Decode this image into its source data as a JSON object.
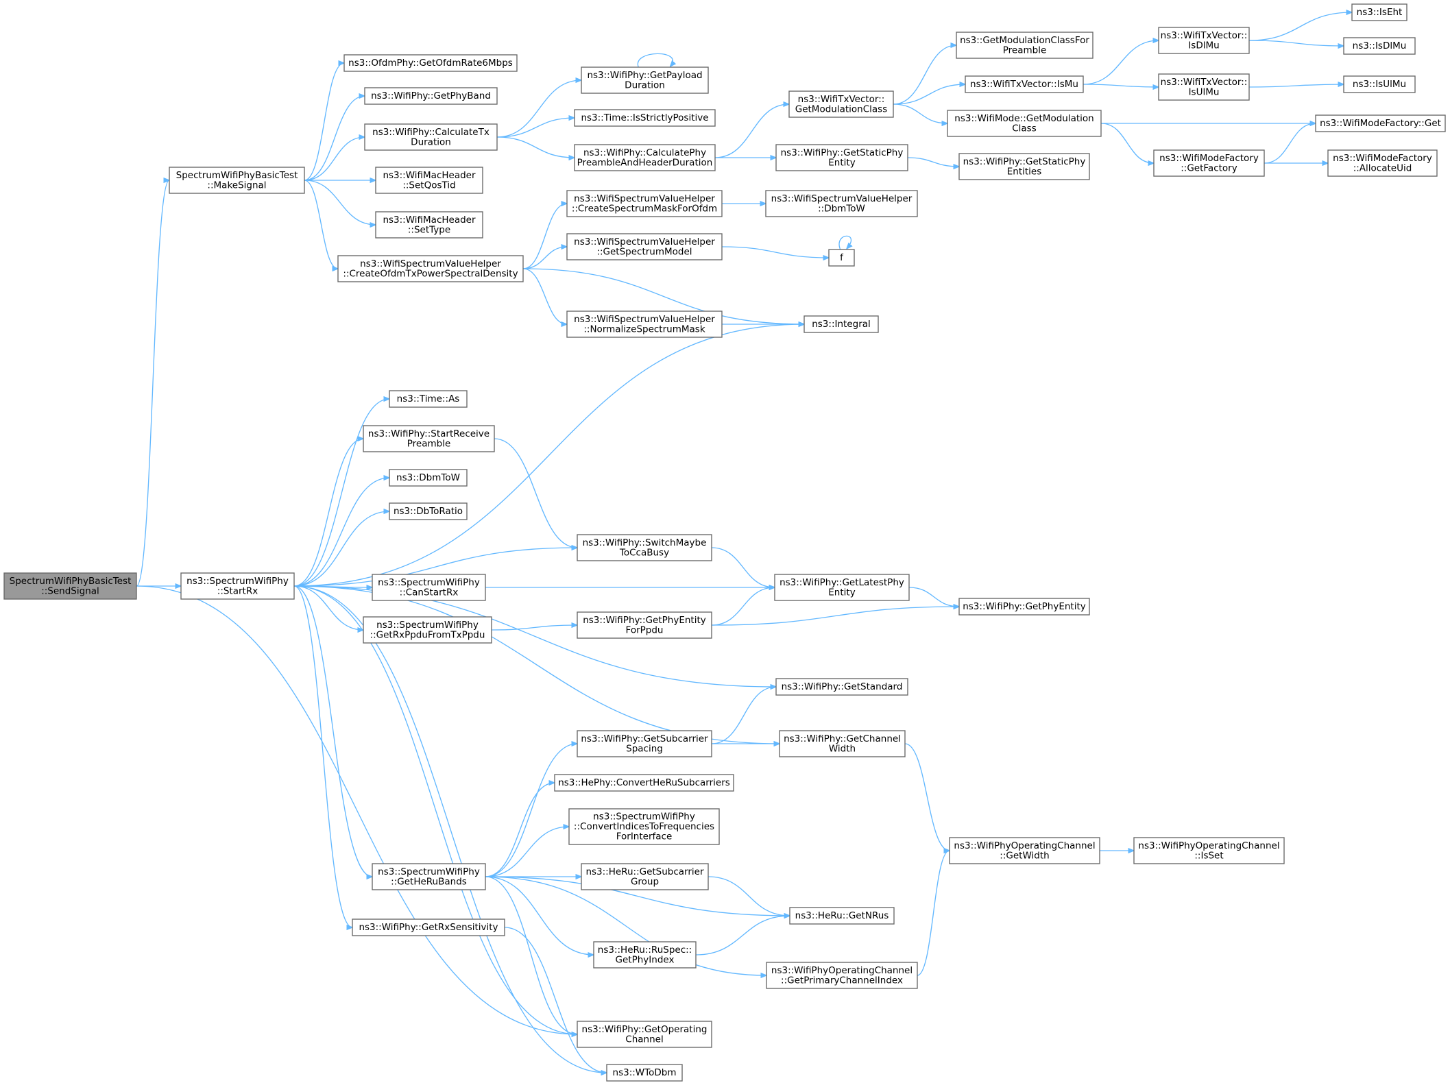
{
  "graph": {
    "nodes": [
      {
        "id": "n_send",
        "lines": [
          "SpectrumWifiPhyBasicTest",
          "::SendSignal"
        ],
        "root": true
      },
      {
        "id": "n_make",
        "lines": [
          "SpectrumWifiPhyBasicTest",
          "::MakeSignal"
        ]
      },
      {
        "id": "n_startrx",
        "lines": [
          "ns3::SpectrumWifiPhy",
          "::StartRx"
        ]
      },
      {
        "id": "n_ofdm6",
        "lines": [
          "ns3::OfdmPhy::GetOfdmRate6Mbps"
        ]
      },
      {
        "id": "n_getphyband",
        "lines": [
          "ns3::WifiPhy::GetPhyBand"
        ]
      },
      {
        "id": "n_calctx",
        "lines": [
          "ns3::WifiPhy::CalculateTx",
          "Duration"
        ]
      },
      {
        "id": "n_setqos",
        "lines": [
          "ns3::WifiMacHeader",
          "::SetQosTid"
        ]
      },
      {
        "id": "n_settype",
        "lines": [
          "ns3::WifiMacHeader",
          "::SetType"
        ]
      },
      {
        "id": "n_createofdm",
        "lines": [
          "ns3::WifiSpectrumValueHelper",
          "::CreateOfdmTxPowerSpectralDensity"
        ]
      },
      {
        "id": "n_payload",
        "lines": [
          "ns3::WifiPhy::GetPayload",
          "Duration"
        ]
      },
      {
        "id": "n_strictpos",
        "lines": [
          "ns3::Time::IsStrictlyPositive"
        ]
      },
      {
        "id": "n_calcpre",
        "lines": [
          "ns3::WifiPhy::CalculatePhy",
          "PreambleAndHeaderDuration"
        ]
      },
      {
        "id": "n_createmask",
        "lines": [
          "ns3::WifiSpectrumValueHelper",
          "::CreateSpectrumMaskForOfdm"
        ]
      },
      {
        "id": "n_getspecmodel",
        "lines": [
          "ns3::WifiSpectrumValueHelper",
          "::GetSpectrumModel"
        ]
      },
      {
        "id": "n_normalize",
        "lines": [
          "ns3::WifiSpectrumValueHelper",
          "::NormalizeSpectrumMask"
        ]
      },
      {
        "id": "n_txmodclass",
        "lines": [
          "ns3::WifiTxVector::",
          "GetModulationClass"
        ]
      },
      {
        "id": "n_getstaticphy",
        "lines": [
          "ns3::WifiPhy::GetStaticPhy",
          "Entity"
        ]
      },
      {
        "id": "n_dbmtow_helper",
        "lines": [
          "ns3::WifiSpectrumValueHelper",
          "::DbmToW"
        ]
      },
      {
        "id": "n_f",
        "lines": [
          "f"
        ]
      },
      {
        "id": "n_integral",
        "lines": [
          "ns3::Integral"
        ]
      },
      {
        "id": "n_getmodpre",
        "lines": [
          "ns3::GetModulationClassFor",
          "Preamble"
        ]
      },
      {
        "id": "n_ismu",
        "lines": [
          "ns3::WifiTxVector::IsMu"
        ]
      },
      {
        "id": "n_modegetmod",
        "lines": [
          "ns3::WifiMode::GetModulation",
          "Class"
        ]
      },
      {
        "id": "n_staticentities",
        "lines": [
          "ns3::WifiPhy::GetStaticPhy",
          "Entities"
        ]
      },
      {
        "id": "n_isdlmu_v",
        "lines": [
          "ns3::WifiTxVector::",
          "IsDlMu"
        ]
      },
      {
        "id": "n_isulmu_v",
        "lines": [
          "ns3::WifiTxVector::",
          "IsUlMu"
        ]
      },
      {
        "id": "n_getfactory",
        "lines": [
          "ns3::WifiModeFactory",
          "::GetFactory"
        ]
      },
      {
        "id": "n_iseht",
        "lines": [
          "ns3::IsEht"
        ]
      },
      {
        "id": "n_isdlmu",
        "lines": [
          "ns3::IsDlMu"
        ]
      },
      {
        "id": "n_isulmu",
        "lines": [
          "ns3::IsUlMu"
        ]
      },
      {
        "id": "n_factoryget",
        "lines": [
          "ns3::WifiModeFactory::Get"
        ]
      },
      {
        "id": "n_alloc",
        "lines": [
          "ns3::WifiModeFactory",
          "::AllocateUid"
        ]
      },
      {
        "id": "n_timeas",
        "lines": [
          "ns3::Time::As"
        ]
      },
      {
        "id": "n_startpre",
        "lines": [
          "ns3::WifiPhy::StartReceive",
          "Preamble"
        ]
      },
      {
        "id": "n_dbmtow",
        "lines": [
          "ns3::DbmToW"
        ]
      },
      {
        "id": "n_dbtoratio",
        "lines": [
          "ns3::DbToRatio"
        ]
      },
      {
        "id": "n_switch",
        "lines": [
          "ns3::WifiPhy::SwitchMaybe",
          "ToCcaBusy"
        ]
      },
      {
        "id": "n_canstart",
        "lines": [
          "ns3::SpectrumWifiPhy",
          "::CanStartRx"
        ]
      },
      {
        "id": "n_getrxppdu",
        "lines": [
          "ns3::SpectrumWifiPhy",
          "::GetRxPpduFromTxPpdu"
        ]
      },
      {
        "id": "n_latestphy",
        "lines": [
          "ns3::WifiPhy::GetLatestPhy",
          "Entity"
        ]
      },
      {
        "id": "n_phyentityppdu",
        "lines": [
          "ns3::WifiPhy::GetPhyEntity",
          "ForPpdu"
        ]
      },
      {
        "id": "n_getphyentity",
        "lines": [
          "ns3::WifiPhy::GetPhyEntity"
        ]
      },
      {
        "id": "n_getstandard",
        "lines": [
          "ns3::WifiPhy::GetStandard"
        ]
      },
      {
        "id": "n_subspacing",
        "lines": [
          "ns3::WifiPhy::GetSubcarrier",
          "Spacing"
        ]
      },
      {
        "id": "n_chwidth",
        "lines": [
          "ns3::WifiPhy::GetChannel",
          "Width"
        ]
      },
      {
        "id": "n_convertheru",
        "lines": [
          "ns3::HePhy::ConvertHeRuSubcarriers"
        ]
      },
      {
        "id": "n_convertidx",
        "lines": [
          "ns3::SpectrumWifiPhy",
          "::ConvertIndicesToFrequencies",
          "ForInterface"
        ]
      },
      {
        "id": "n_getherubands",
        "lines": [
          "ns3::SpectrumWifiPhy",
          "::GetHeRuBands"
        ]
      },
      {
        "id": "n_subgroup",
        "lines": [
          "ns3::HeRu::GetSubcarrier",
          "Group"
        ]
      },
      {
        "id": "n_getnrus",
        "lines": [
          "ns3::HeRu::GetNRus"
        ]
      },
      {
        "id": "n_opwidth",
        "lines": [
          "ns3::WifiPhyOperatingChannel",
          "::GetWidth"
        ]
      },
      {
        "id": "n_isset",
        "lines": [
          "ns3::WifiPhyOperatingChannel",
          "::IsSet"
        ]
      },
      {
        "id": "n_rusgetphy",
        "lines": [
          "ns3::HeRu::RuSpec::",
          "GetPhyIndex"
        ]
      },
      {
        "id": "n_primaryidx",
        "lines": [
          "ns3::WifiPhyOperatingChannel",
          "::GetPrimaryChannelIndex"
        ]
      },
      {
        "id": "n_rxsens",
        "lines": [
          "ns3::WifiPhy::GetRxSensitivity"
        ]
      },
      {
        "id": "n_getopch",
        "lines": [
          "ns3::WifiPhy::GetOperating",
          "Channel"
        ]
      },
      {
        "id": "n_wtodbm",
        "lines": [
          "ns3::WToDbm"
        ]
      }
    ],
    "edges": [
      [
        "n_send",
        "n_make"
      ],
      [
        "n_send",
        "n_startrx"
      ],
      [
        "n_send",
        "n_getopch"
      ],
      [
        "n_make",
        "n_ofdm6"
      ],
      [
        "n_make",
        "n_getphyband"
      ],
      [
        "n_make",
        "n_calctx"
      ],
      [
        "n_make",
        "n_setqos"
      ],
      [
        "n_make",
        "n_settype"
      ],
      [
        "n_make",
        "n_createofdm"
      ],
      [
        "n_calctx",
        "n_payload"
      ],
      [
        "n_calctx",
        "n_strictpos"
      ],
      [
        "n_calctx",
        "n_calcpre"
      ],
      [
        "n_payload",
        "n_payload"
      ],
      [
        "n_calcpre",
        "n_txmodclass"
      ],
      [
        "n_calcpre",
        "n_getstaticphy"
      ],
      [
        "n_createofdm",
        "n_createmask"
      ],
      [
        "n_createofdm",
        "n_getspecmodel"
      ],
      [
        "n_createofdm",
        "n_normalize"
      ],
      [
        "n_createofdm",
        "n_integral"
      ],
      [
        "n_createmask",
        "n_dbmtow_helper"
      ],
      [
        "n_getspecmodel",
        "n_f"
      ],
      [
        "n_f",
        "n_f"
      ],
      [
        "n_normalize",
        "n_integral"
      ],
      [
        "n_txmodclass",
        "n_getmodpre"
      ],
      [
        "n_txmodclass",
        "n_ismu"
      ],
      [
        "n_txmodclass",
        "n_modegetmod"
      ],
      [
        "n_getstaticphy",
        "n_staticentities"
      ],
      [
        "n_ismu",
        "n_isdlmu_v"
      ],
      [
        "n_ismu",
        "n_isulmu_v"
      ],
      [
        "n_isdlmu_v",
        "n_iseht"
      ],
      [
        "n_isdlmu_v",
        "n_isdlmu"
      ],
      [
        "n_isulmu_v",
        "n_isulmu"
      ],
      [
        "n_modegetmod",
        "n_factoryget"
      ],
      [
        "n_modegetmod",
        "n_getfactory"
      ],
      [
        "n_getfactory",
        "n_factoryget"
      ],
      [
        "n_getfactory",
        "n_alloc"
      ],
      [
        "n_startrx",
        "n_integral"
      ],
      [
        "n_startrx",
        "n_timeas"
      ],
      [
        "n_startrx",
        "n_startpre"
      ],
      [
        "n_startrx",
        "n_dbmtow"
      ],
      [
        "n_startrx",
        "n_dbtoratio"
      ],
      [
        "n_startrx",
        "n_switch"
      ],
      [
        "n_startrx",
        "n_canstart"
      ],
      [
        "n_startrx",
        "n_getrxppdu"
      ],
      [
        "n_startrx",
        "n_getstandard"
      ],
      [
        "n_startrx",
        "n_chwidth"
      ],
      [
        "n_startrx",
        "n_getherubands"
      ],
      [
        "n_startrx",
        "n_rxsens"
      ],
      [
        "n_startrx",
        "n_getopch"
      ],
      [
        "n_startrx",
        "n_wtodbm"
      ],
      [
        "n_startpre",
        "n_switch"
      ],
      [
        "n_switch",
        "n_latestphy"
      ],
      [
        "n_canstart",
        "n_latestphy"
      ],
      [
        "n_getrxppdu",
        "n_phyentityppdu"
      ],
      [
        "n_phyentityppdu",
        "n_latestphy"
      ],
      [
        "n_phyentityppdu",
        "n_getphyentity"
      ],
      [
        "n_latestphy",
        "n_getphyentity"
      ],
      [
        "n_subspacing",
        "n_getstandard"
      ],
      [
        "n_subspacing",
        "n_chwidth"
      ],
      [
        "n_chwidth",
        "n_opwidth"
      ],
      [
        "n_opwidth",
        "n_isset"
      ],
      [
        "n_getherubands",
        "n_subspacing"
      ],
      [
        "n_getherubands",
        "n_convertheru"
      ],
      [
        "n_getherubands",
        "n_convertidx"
      ],
      [
        "n_getherubands",
        "n_subgroup"
      ],
      [
        "n_getherubands",
        "n_getnrus"
      ],
      [
        "n_getherubands",
        "n_rusgetphy"
      ],
      [
        "n_getherubands",
        "n_primaryidx"
      ],
      [
        "n_getherubands",
        "n_getopch"
      ],
      [
        "n_subgroup",
        "n_getnrus"
      ],
      [
        "n_rusgetphy",
        "n_getnrus"
      ],
      [
        "n_primaryidx",
        "n_opwidth"
      ],
      [
        "n_rxsens",
        "n_wtodbm"
      ]
    ]
  }
}
